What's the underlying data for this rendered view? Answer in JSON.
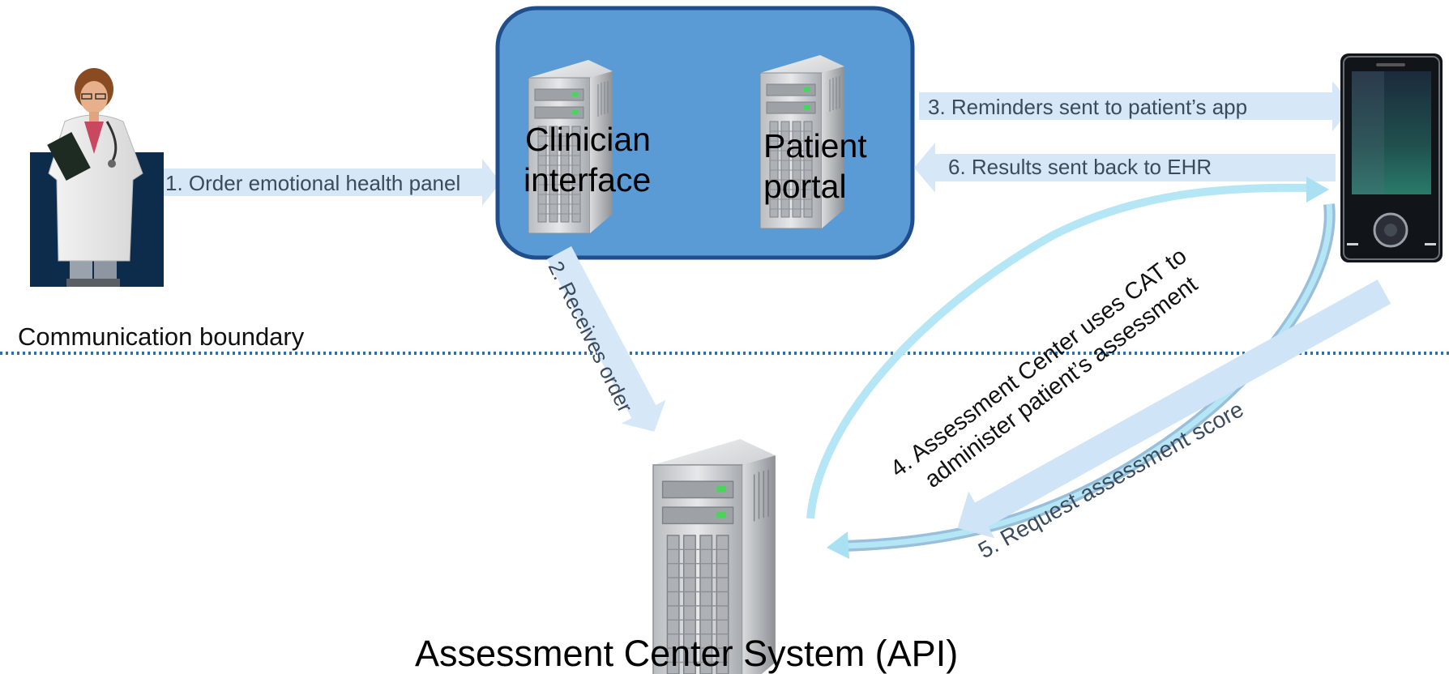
{
  "diagram": {
    "ehr_box": {
      "clinician_interface_label": [
        "Clinician",
        "interface"
      ],
      "patient_portal_label": [
        "Patient",
        "portal"
      ]
    },
    "assessment_center_label": "Assessment Center System (API)",
    "boundary_label": "Communication boundary",
    "steps": {
      "step1": "1. Order emotional health panel",
      "step2": "2. Receives order",
      "step3": "3. Reminders sent to patient’s app",
      "step4": [
        "4. Assessment Center uses CAT to",
        "administer patient’s assessment"
      ],
      "step5": "5. Request  assessment score",
      "step6": "6. Results sent back to EHR"
    },
    "colors": {
      "ehr_box_fill": "#5b9bd5",
      "ehr_box_stroke": "#1f4e8c",
      "arrow_fill": "#d6e8f8",
      "arrow_dark": "#8fb8d6",
      "boundary_line": "#2e6fb0",
      "step_text": "#3b4a5c",
      "doctor_panel": "#0d2b4a"
    },
    "icons": [
      "doctor-icon",
      "server-icon",
      "smartphone-icon"
    ]
  }
}
